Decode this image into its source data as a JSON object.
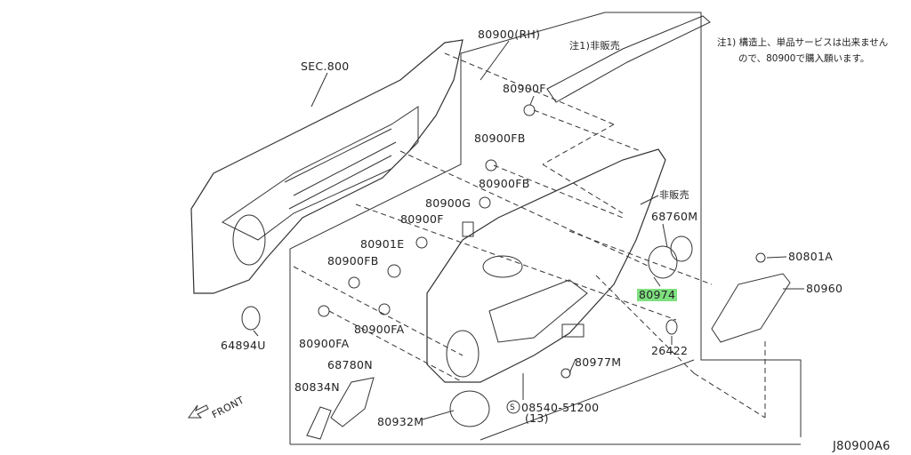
{
  "diagram_id": "J80900A6",
  "note": {
    "line1": "注1) 構造上、単品サービスは出来ません",
    "line2": "ので、80900で購入願います。"
  },
  "highlight_color": "#7fe07f",
  "labels": {
    "sec800": "SEC.800",
    "p80900rh": "80900(RH)",
    "note_not_sold": "注1)非販売",
    "p80900f_a": "80900F",
    "p80900fb_a": "80900FB",
    "p80900fb_b": "80900FB",
    "not_sold": "非販売",
    "p80900g": "80900G",
    "p68760m": "68760M",
    "p80900f_b": "80900F",
    "p80901e": "80901E",
    "p80900fb_c": "80900FB",
    "p80801a": "80801A",
    "p80974": "80974",
    "p80960": "80960",
    "p64894u": "64894U",
    "p80900fa_a": "80900FA",
    "p80900fa_b": "80900FA",
    "p26422": "26422",
    "p80977m": "80977M",
    "p68780n": "68780N",
    "p80834n": "80834N",
    "front": "FRONT",
    "p80932m": "80932M",
    "p08540": "08540-51200",
    "p08540_qty": "(13)",
    "screw_symbol": "S"
  }
}
